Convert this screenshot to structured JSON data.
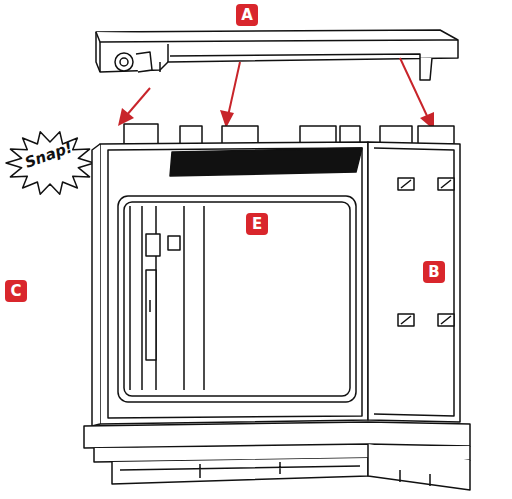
{
  "diagram": {
    "labels": [
      "A",
      "Snap!",
      "E",
      "C",
      "B"
    ]
  }
}
